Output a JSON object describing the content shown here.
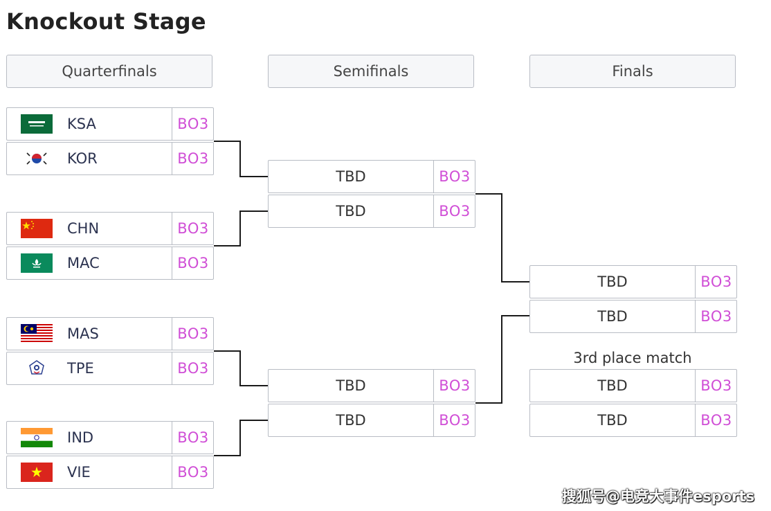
{
  "title": "Knockout Stage",
  "rounds": [
    "Quarterfinals",
    "Semifinals",
    "Finals"
  ],
  "quarterfinals": [
    {
      "name": "KSA",
      "bo": "BO3",
      "flag": "saudi-arabia-flag"
    },
    {
      "name": "KOR",
      "bo": "BO3",
      "flag": "south-korea-flag"
    },
    {
      "name": "CHN",
      "bo": "BO3",
      "flag": "china-flag"
    },
    {
      "name": "MAC",
      "bo": "BO3",
      "flag": "macau-flag"
    },
    {
      "name": "MAS",
      "bo": "BO3",
      "flag": "malaysia-flag"
    },
    {
      "name": "TPE",
      "bo": "BO3",
      "flag": "chinese-taipei-flag"
    },
    {
      "name": "IND",
      "bo": "BO3",
      "flag": "india-flag"
    },
    {
      "name": "VIE",
      "bo": "BO3",
      "flag": "vietnam-flag"
    }
  ],
  "semifinals": [
    {
      "name": "TBD",
      "bo": "BO3"
    },
    {
      "name": "TBD",
      "bo": "BO3"
    },
    {
      "name": "TBD",
      "bo": "BO3"
    },
    {
      "name": "TBD",
      "bo": "BO3"
    }
  ],
  "finals": [
    {
      "name": "TBD",
      "bo": "BO3"
    },
    {
      "name": "TBD",
      "bo": "BO3"
    }
  ],
  "third_place": {
    "label": "3rd place match",
    "slots": [
      {
        "name": "TBD",
        "bo": "BO3"
      },
      {
        "name": "TBD",
        "bo": "BO3"
      }
    ]
  },
  "watermark": "搜狐号@电竞大事件esports",
  "colors": {
    "bo_text": "#d04ed6",
    "border": "#b8bcc4",
    "connector": "#1a1a1a",
    "header_bg": "#f6f7f9"
  }
}
